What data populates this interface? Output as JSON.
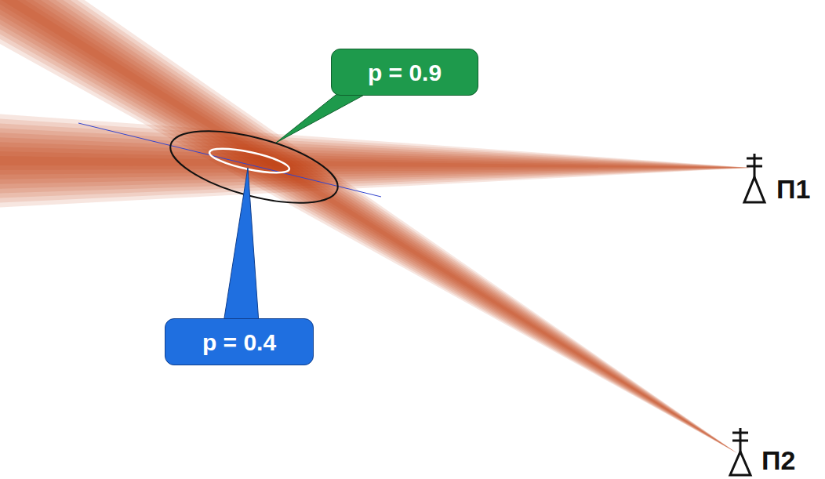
{
  "diagram": {
    "nodes": [
      {
        "text": [
          "p = 0.9"
        ]
      },
      {
        "text": [
          "p = 0.4"
        ]
      }
    ],
    "labels": [
      "П1",
      "П2"
    ]
  }
}
